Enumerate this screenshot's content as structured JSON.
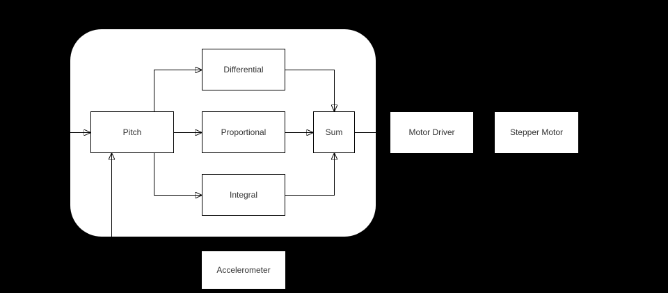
{
  "diagram": {
    "type": "block-diagram",
    "background_color": "#000000",
    "group": {
      "fill": "#ffffff",
      "shape": "rounded-rectangle"
    },
    "colors": {
      "node_fill": "#ffffff",
      "node_border": "#000000",
      "connector": "#000000",
      "label_text": "#333333"
    },
    "nodes": {
      "pitch": {
        "label": "Pitch"
      },
      "differential": {
        "label": "Differential"
      },
      "proportional": {
        "label": "Proportional"
      },
      "integral": {
        "label": "Integral"
      },
      "sum": {
        "label": "Sum"
      },
      "motor_driver": {
        "label": "Motor Driver"
      },
      "stepper_motor": {
        "label": "Stepper Motor"
      },
      "accelerometer": {
        "label": "Accelerometer"
      }
    },
    "edges": [
      {
        "from": "input",
        "to": "pitch",
        "arrow": true
      },
      {
        "from": "pitch",
        "to": "differential",
        "arrow": true
      },
      {
        "from": "pitch",
        "to": "proportional",
        "arrow": true
      },
      {
        "from": "pitch",
        "to": "integral",
        "arrow": true
      },
      {
        "from": "differential",
        "to": "sum",
        "arrow": true
      },
      {
        "from": "proportional",
        "to": "sum",
        "arrow": true
      },
      {
        "from": "integral",
        "to": "sum",
        "arrow": true
      },
      {
        "from": "sum",
        "to": "motor_driver",
        "arrow": false
      },
      {
        "from": "accelerometer",
        "to": "pitch",
        "arrow": true
      }
    ]
  }
}
